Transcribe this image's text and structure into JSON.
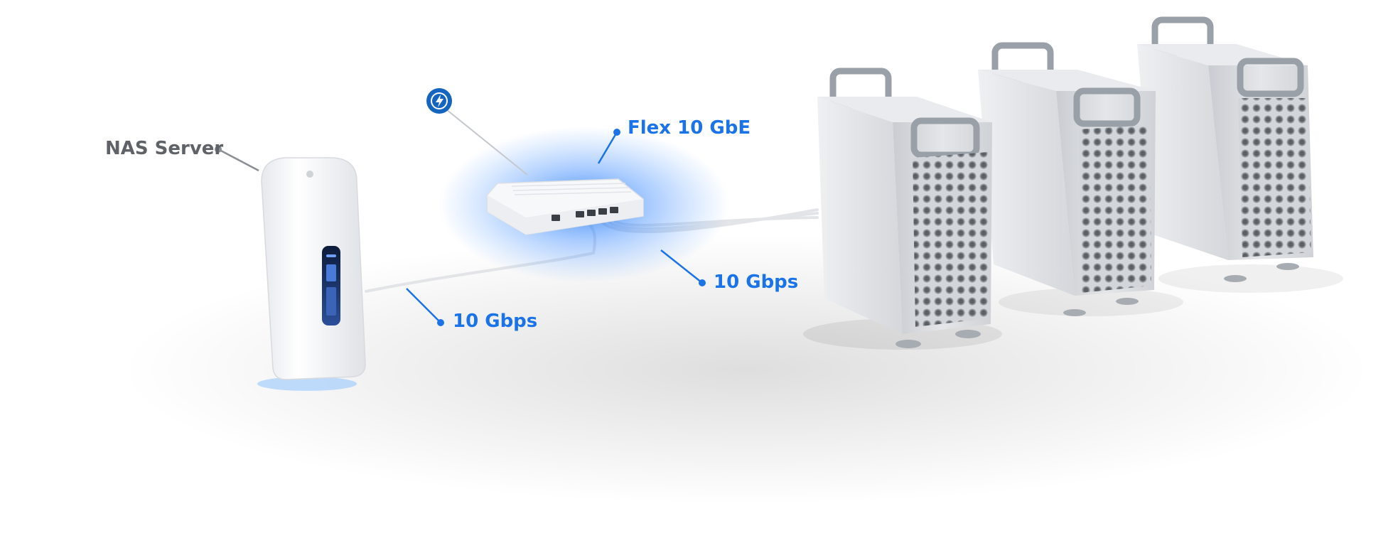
{
  "labels": {
    "nas_server": "NAS Server",
    "switch": "Flex 10 GbE",
    "link_nas": "10 Gbps",
    "link_workstations": "10 Gbps"
  },
  "devices": {
    "nas": {
      "kind": "nas-server-tower",
      "status_light": "blue"
    },
    "switch": {
      "kind": "network-switch",
      "glow": "blue",
      "port_count": 5
    },
    "workstations": [
      {
        "kind": "tower-workstation"
      },
      {
        "kind": "tower-workstation"
      },
      {
        "kind": "tower-workstation"
      }
    ],
    "poe_badge_icon": "lightning-bolt-icon"
  },
  "colors": {
    "accent": "#1a73e8",
    "badge": "#1565c0",
    "label_gray": "#5f6368",
    "device_white": "#f3f4f6",
    "workstation_silver": "#d6d8dc",
    "cable": "#e4e6e9"
  }
}
